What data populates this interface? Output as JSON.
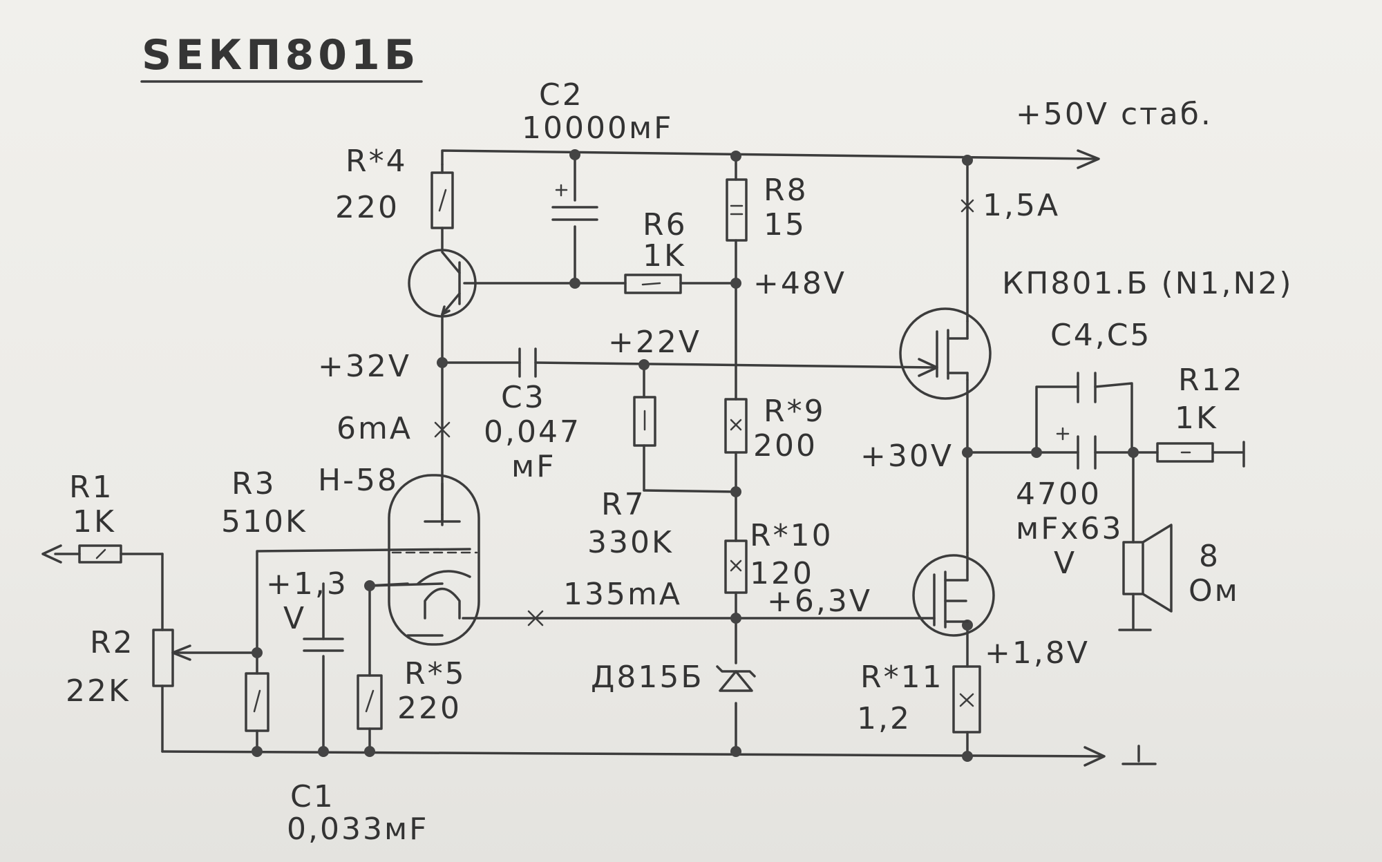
{
  "title": "SEКП801Б",
  "labels": {
    "c2_name": "C2",
    "c2_value": "10000мF",
    "supply": "+50V стаб.",
    "r4_name": "R*4",
    "r4_value": "220",
    "r8_name": "R8",
    "r8_value": "15",
    "r6_name": "R6",
    "r6_value": "1K",
    "v48": "+48V",
    "i_supply": "1,5A",
    "fet_name": "КП801.Б (N1,N2)",
    "c45_name": "C4,C5",
    "r12_name": "R12",
    "r12_value": "1K",
    "v32": "+32V",
    "v22": "+22V",
    "c3_name": "C3",
    "c3_value": "0,047",
    "c3_unit": "мF",
    "i_tube": "6mA",
    "r9_name": "R*9",
    "r9_value": "200",
    "v30": "+30V",
    "c45_value": "4700",
    "c45_unit": "мFx63",
    "c45_unit2": "V",
    "r1_name": "R1",
    "r1_value": "1K",
    "r3_name": "R3",
    "r3_value": "510K",
    "tube_name": "H-58",
    "r7_name": "R7",
    "r7_value": "330K",
    "r10_name": "R*10",
    "r10_value": "120",
    "speaker_value": "8",
    "speaker_unit": "Ом",
    "v1_3": "+1,3",
    "v1_3_unit": "V",
    "i_heater": "135mA",
    "v6_3": "+6,3V",
    "r2_name": "R2",
    "r2_value": "22K",
    "r5_name": "R*5",
    "r5_value": "220",
    "zener_name": "Д815Б",
    "v1_8": "+1,8V",
    "r11_name": "R*11",
    "r11_value": "1,2",
    "c1_name": "C1",
    "c1_value": "0,033мF",
    "ground": "⊥"
  }
}
